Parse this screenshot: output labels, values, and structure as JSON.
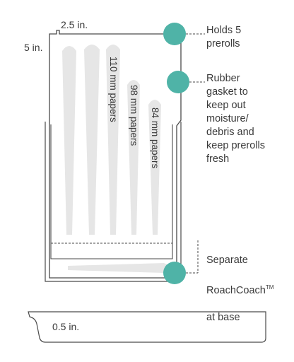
{
  "dimensions": {
    "width_label": "2.5 in.",
    "height_label": "5 in.",
    "depth_label": "0.5 in."
  },
  "paper_labels": {
    "p110": "110 mm papers",
    "p98": "98 mm papers",
    "p84": "84 mm papers"
  },
  "callouts": {
    "holds": "Holds 5\nprerolls",
    "gasket": "Rubber\ngasket to\nkeep out\nmoisture/\ndebris and\nkeep prerolls\nfresh",
    "roachcoach_line1": "Separate",
    "roachcoach_name": "RoachCoach",
    "roachcoach_tm": "TM",
    "roachcoach_line3": "at base"
  },
  "colors": {
    "outline": "#4a4a4a",
    "cone": "#e6e6e6",
    "marker": "#4fb3a7"
  }
}
